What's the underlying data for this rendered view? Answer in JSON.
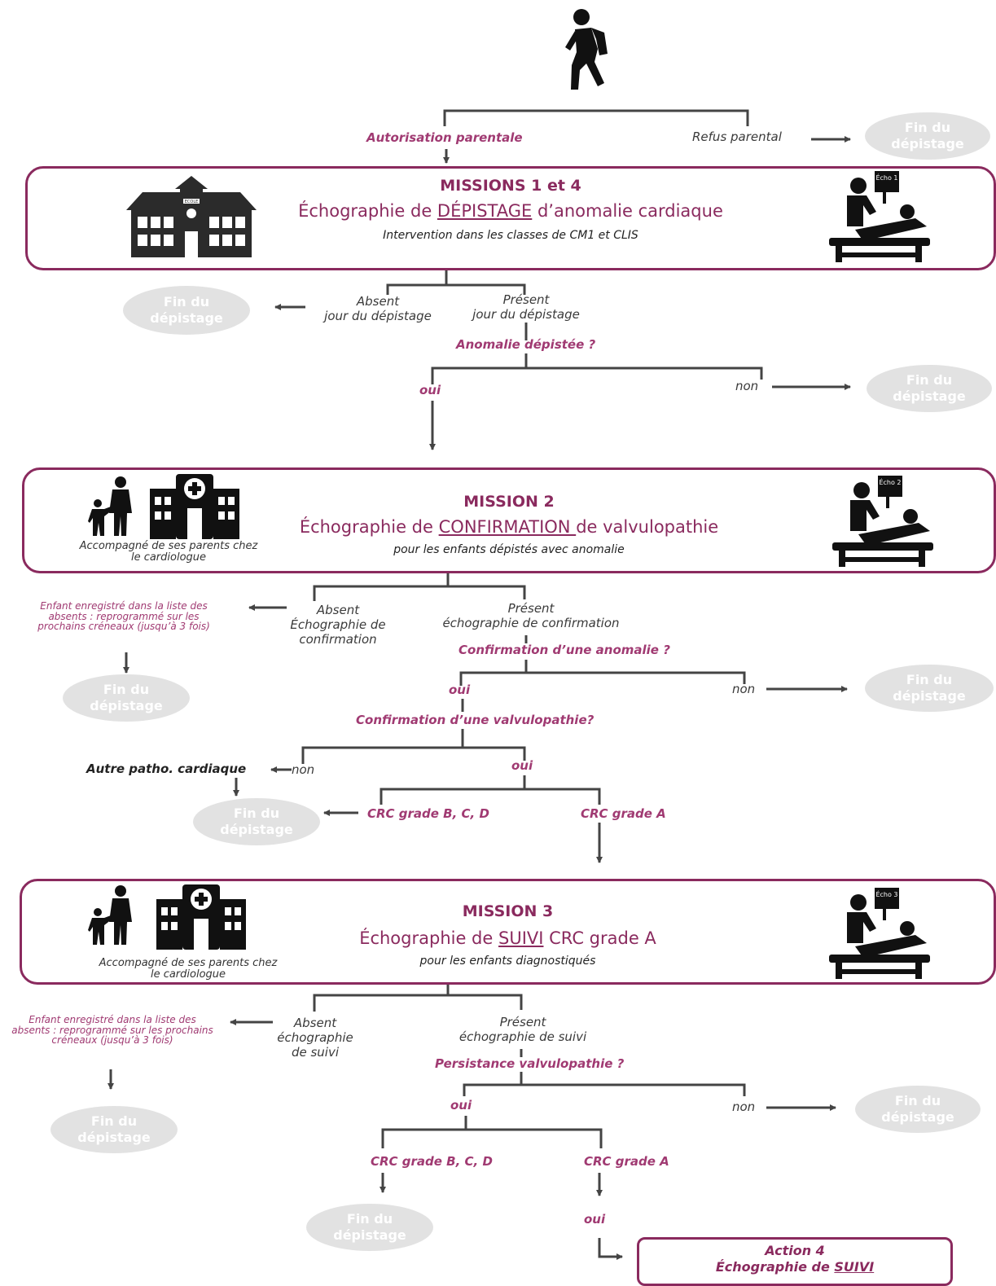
{
  "top": {
    "autorisation": "Autorisation parentale",
    "refus": "Refus parental"
  },
  "end_label": {
    "line1": "Fin du",
    "line2": "dépistage"
  },
  "mission14": {
    "title": "MISSIONS 1 et 4",
    "sub_pre": "Échographie de ",
    "sub_key": "DÉPISTAGE",
    "sub_post": " d’anomalie cardiaque",
    "note": "Intervention dans les classes de CM1 et CLIS",
    "school_sign": "ECOLE",
    "echo_badge": "Écho 1"
  },
  "after14": {
    "absent": "Absent",
    "absent2": "jour du dépistage",
    "present": "Présent",
    "present2": "jour du dépistage",
    "question": "Anomalie dépistée ?",
    "oui": "oui",
    "non": "non"
  },
  "mission2": {
    "title": "MISSION 2",
    "sub_pre": "Échographie de ",
    "sub_key": "CONFIRMATION ",
    "sub_post": "de valvulopathie",
    "note": "pour les enfants dépistés avec anomalie",
    "caption": "Accompagné de ses parents chez le cardiologue",
    "echo_badge": "Écho 2"
  },
  "after2": {
    "absent_note": "Enfant enregistré dans la liste des absents : reprogrammé sur les prochains créneaux (jusqu’à 3 fois)",
    "absent": "Absent",
    "absent2": "Échographie de",
    "absent3": "confirmation",
    "present": "Présent",
    "present2": "échographie de confirmation",
    "q1": "Confirmation d’une anomalie ?",
    "oui1": "oui",
    "non1": "non",
    "q2": "Confirmation d’une valvulopathie?",
    "autre": "Autre patho. cardiaque",
    "non2": "non",
    "oui2": "oui",
    "crc_bcd": "CRC grade B, C, D",
    "crc_a": "CRC grade A"
  },
  "mission3": {
    "title": "MISSION 3",
    "sub_pre": "Échographie de ",
    "sub_key": "SUIVI",
    "sub_post": " CRC grade A",
    "note": "pour les enfants diagnostiqués",
    "caption": "Accompagné de ses parents chez le cardiologue",
    "echo_badge": "Écho 3"
  },
  "after3": {
    "absent_note": "Enfant enregistré dans la liste des absents : reprogrammé sur les prochains créneaux (jusqu’à 3 fois)",
    "absent": "Absent",
    "absent2": "échographie",
    "absent3": "de suivi",
    "present": "Présent",
    "present2": "échographie de suivi",
    "q": "Persistance valvulopathie ?",
    "oui": "oui",
    "non": "non",
    "crc_bcd": "CRC grade B, C, D",
    "crc_a": "CRC grade A",
    "oui2": "oui"
  },
  "action": {
    "title": "Action 4",
    "sub_pre": "Échographie de ",
    "sub_key": "SUIVI"
  },
  "colors": {
    "accent": "#8a2a5e",
    "label": "#a03a72",
    "end": "#e2e2e2",
    "line": "#444444"
  }
}
